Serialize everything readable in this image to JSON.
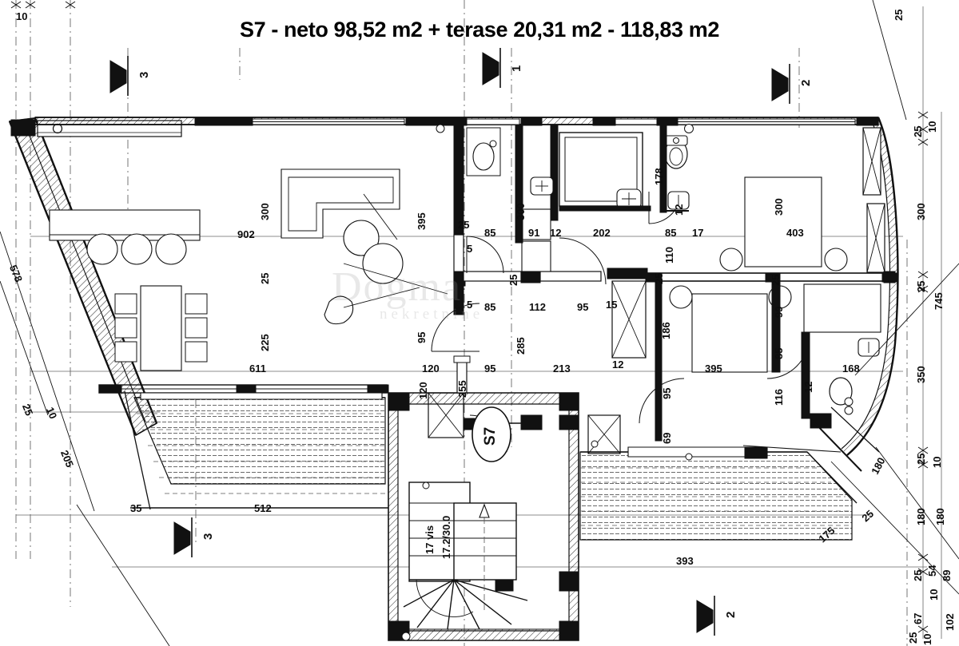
{
  "drawing": {
    "title": "S7 - neto 98,52 m2 + terase 20,31 m2 - 118,83 m2",
    "unit_label": "S7",
    "watermark": "Dogma",
    "watermark_sub": "nekretnine",
    "stair_riser_count": "17 vis",
    "stair_riser_tread": "17.2/30.0"
  },
  "section_markers": [
    {
      "id": "sec-3-top",
      "label": "3"
    },
    {
      "id": "sec-1-top",
      "label": "1"
    },
    {
      "id": "sec-2-top",
      "label": "2"
    },
    {
      "id": "sec-3-bottom",
      "label": "3"
    },
    {
      "id": "sec-2-bottom",
      "label": "2"
    }
  ],
  "dimensions": {
    "top_edge": [
      {
        "v": "25"
      },
      {
        "v": "10"
      }
    ],
    "left_chain": [
      {
        "v": "578"
      },
      {
        "v": "25"
      },
      {
        "v": "10"
      },
      {
        "v": "205"
      }
    ],
    "left_inner": [
      {
        "v": "35"
      },
      {
        "v": "512"
      }
    ],
    "interior_vertical": [
      {
        "v": "300"
      },
      {
        "v": "902"
      },
      {
        "v": "25"
      },
      {
        "v": "225"
      },
      {
        "v": "611"
      },
      {
        "v": "395"
      },
      {
        "v": "285"
      },
      {
        "v": "95"
      },
      {
        "v": "120"
      },
      {
        "v": "255"
      }
    ],
    "interior_horizontal": [
      {
        "v": "25"
      },
      {
        "v": "5"
      },
      {
        "v": "85"
      },
      {
        "v": "91"
      },
      {
        "v": "12"
      },
      {
        "v": "202"
      },
      {
        "v": "85"
      },
      {
        "v": "17"
      },
      {
        "v": "112"
      },
      {
        "v": "95"
      },
      {
        "v": "15"
      },
      {
        "v": "213"
      },
      {
        "v": "12"
      },
      {
        "v": "120"
      },
      {
        "v": "95"
      },
      {
        "v": "393"
      },
      {
        "v": "175"
      },
      {
        "v": "25"
      }
    ],
    "right_rooms": [
      {
        "v": "300"
      },
      {
        "v": "403"
      },
      {
        "v": "178"
      },
      {
        "v": "110"
      },
      {
        "v": "186"
      },
      {
        "v": "395"
      },
      {
        "v": "99"
      },
      {
        "v": "85"
      },
      {
        "v": "116"
      },
      {
        "v": "168"
      },
      {
        "v": "69"
      },
      {
        "v": "180"
      }
    ],
    "right_chain": [
      {
        "v": "25"
      },
      {
        "v": "10"
      },
      {
        "v": "300"
      },
      {
        "v": "25"
      },
      {
        "v": "745"
      },
      {
        "v": "350"
      },
      {
        "v": "180"
      },
      {
        "v": "54"
      },
      {
        "v": "89"
      },
      {
        "v": "67"
      },
      {
        "v": "102"
      }
    ]
  },
  "labels": [
    {
      "id": "d-top-25",
      "text": "25"
    },
    {
      "id": "d-top-10",
      "text": "10"
    },
    {
      "id": "d-300-a",
      "text": "300"
    },
    {
      "id": "d-902",
      "text": "902"
    },
    {
      "id": "d-25-a",
      "text": "25"
    },
    {
      "id": "d-225",
      "text": "225"
    },
    {
      "id": "d-611",
      "text": "611"
    },
    {
      "id": "d-578",
      "text": "578"
    },
    {
      "id": "d-25-left",
      "text": "25"
    },
    {
      "id": "d-10-left",
      "text": "10"
    },
    {
      "id": "d-205",
      "text": "205"
    },
    {
      "id": "d-35",
      "text": "35"
    },
    {
      "id": "d-512",
      "text": "512"
    },
    {
      "id": "d-395-a",
      "text": "395"
    },
    {
      "id": "d-25-b",
      "text": "25"
    },
    {
      "id": "d-5-a",
      "text": "5"
    },
    {
      "id": "d-5-b",
      "text": "5"
    },
    {
      "id": "d-85-a",
      "text": "85"
    },
    {
      "id": "d-85-b",
      "text": "85"
    },
    {
      "id": "d-25-c",
      "text": "25"
    },
    {
      "id": "d-25-d",
      "text": "25"
    },
    {
      "id": "d-95-a",
      "text": "95"
    },
    {
      "id": "d-112",
      "text": "112"
    },
    {
      "id": "d-95-b",
      "text": "95"
    },
    {
      "id": "d-15",
      "text": "15"
    },
    {
      "id": "d-300-b",
      "text": "300"
    },
    {
      "id": "d-91",
      "text": "91"
    },
    {
      "id": "d-12-a",
      "text": "12"
    },
    {
      "id": "d-202",
      "text": "202"
    },
    {
      "id": "d-85-c",
      "text": "85"
    },
    {
      "id": "d-17",
      "text": "17"
    },
    {
      "id": "d-178",
      "text": "178"
    },
    {
      "id": "d-12-b",
      "text": "12"
    },
    {
      "id": "d-110",
      "text": "110"
    },
    {
      "id": "d-403",
      "text": "403"
    },
    {
      "id": "d-300-c",
      "text": "300"
    },
    {
      "id": "d-25-e",
      "text": "25"
    },
    {
      "id": "d-99",
      "text": "99"
    },
    {
      "id": "d-85-d",
      "text": "85"
    },
    {
      "id": "d-186",
      "text": "186"
    },
    {
      "id": "d-395-b",
      "text": "395"
    },
    {
      "id": "d-285",
      "text": "285"
    },
    {
      "id": "d-95-c",
      "text": "95"
    },
    {
      "id": "d-120-a",
      "text": "120"
    },
    {
      "id": "d-120-b",
      "text": "120"
    },
    {
      "id": "d-255",
      "text": "255"
    },
    {
      "id": "d-213",
      "text": "213"
    },
    {
      "id": "d-12-c",
      "text": "12"
    },
    {
      "id": "d-95-d",
      "text": "95"
    },
    {
      "id": "d-69",
      "text": "69"
    },
    {
      "id": "d-116",
      "text": "116"
    },
    {
      "id": "d-12-d",
      "text": "12"
    },
    {
      "id": "d-168",
      "text": "168"
    },
    {
      "id": "d-393",
      "text": "393"
    },
    {
      "id": "d-175",
      "text": "175"
    },
    {
      "id": "d-25-f",
      "text": "25"
    },
    {
      "id": "d-180-a",
      "text": "180"
    },
    {
      "id": "d-25-r1",
      "text": "25"
    },
    {
      "id": "d-10-r1",
      "text": "10"
    },
    {
      "id": "d-300-r",
      "text": "300"
    },
    {
      "id": "d-25-r2",
      "text": "25"
    },
    {
      "id": "d-745",
      "text": "745"
    },
    {
      "id": "d-350",
      "text": "350"
    },
    {
      "id": "d-25-r3",
      "text": "25"
    },
    {
      "id": "d-10-r2",
      "text": "10"
    },
    {
      "id": "d-180-r1",
      "text": "180"
    },
    {
      "id": "d-180-r2",
      "text": "180"
    },
    {
      "id": "d-54",
      "text": "54"
    },
    {
      "id": "d-25-r4",
      "text": "25"
    },
    {
      "id": "d-89",
      "text": "89"
    },
    {
      "id": "d-10-r3",
      "text": "10"
    },
    {
      "id": "d-67",
      "text": "67"
    },
    {
      "id": "d-102",
      "text": "102"
    },
    {
      "id": "d-25-r5",
      "text": "25"
    },
    {
      "id": "d-10-r4",
      "text": "10"
    }
  ]
}
